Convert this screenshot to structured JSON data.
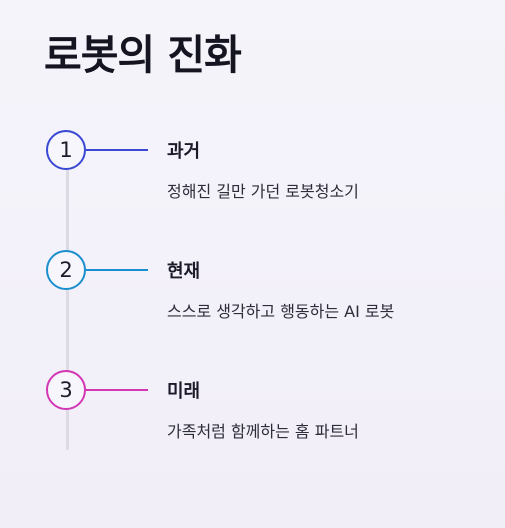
{
  "title": "로봇의 진화",
  "steps": [
    {
      "number": "1",
      "title": "과거",
      "description": "정해진 길만 가던 로봇청소기",
      "color": "#3a48d4"
    },
    {
      "number": "2",
      "title": "현재",
      "description": "스스로 생각하고 행동하는 AI 로봇",
      "color": "#1a8fcf"
    },
    {
      "number": "3",
      "title": "미래",
      "description": "가족처럼 함께하는 홈 파트너",
      "color": "#d437b5"
    }
  ]
}
